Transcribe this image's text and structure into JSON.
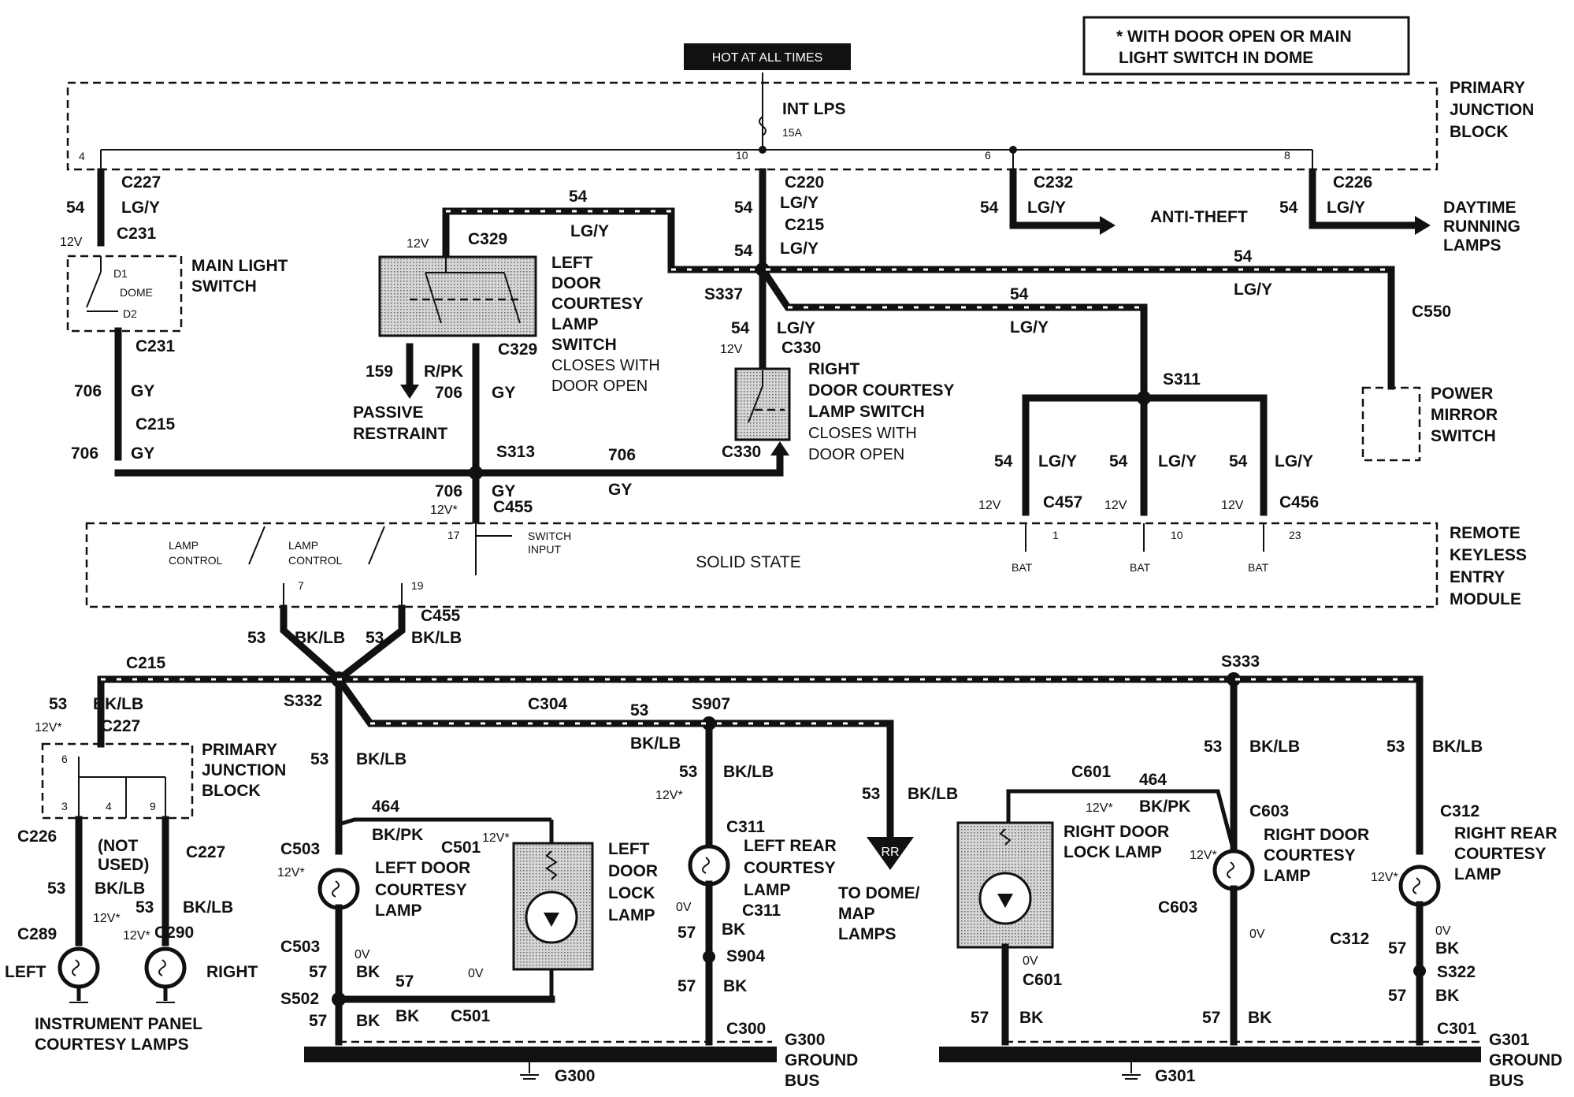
{
  "header": {
    "hot_label": "HOT AT ALL TIMES",
    "note_line1": "* WITH DOOR OPEN OR MAIN",
    "note_line2": "LIGHT SWITCH IN DOME"
  },
  "blocks": {
    "primary_junction_top": [
      "PRIMARY",
      "JUNCTION",
      "BLOCK"
    ],
    "remote_keyless": [
      "REMOTE",
      "KEYLESS",
      "ENTRY",
      "MODULE"
    ],
    "solid_state": "SOLID STATE",
    "primary_junction_low": [
      "PRIMARY",
      "JUNCTION",
      "BLOCK"
    ],
    "fuse_name": "INT LPS",
    "fuse_rating": "15A"
  },
  "pins": {
    "p4": "4",
    "p10": "10",
    "p6": "6",
    "p8": "8",
    "p17": "17",
    "p7": "7",
    "p19": "19",
    "p1": "1",
    "p10b": "10",
    "p23": "23",
    "p6b": "6",
    "p3": "3",
    "p4b": "4",
    "p9": "9"
  },
  "connectors": {
    "C227": "C227",
    "C231": "C231",
    "C220": "C220",
    "C215": "C215",
    "C232": "C232",
    "C226": "C226",
    "C329": "C329",
    "C330": "C330",
    "C550": "C550",
    "C455": "C455",
    "C457": "C457",
    "C456": "C456",
    "C304": "C304",
    "C503": "C503",
    "C501": "C501",
    "C311": "C311",
    "C601": "C601",
    "C603": "C603",
    "C312": "C312",
    "C289": "C289",
    "C290": "C290",
    "C300": "C300",
    "C301": "C301"
  },
  "splices": {
    "S337": "S337",
    "S311": "S311",
    "S313": "S313",
    "S332": "S332",
    "S907": "S907",
    "S333": "S333",
    "S502": "S502",
    "S904": "S904",
    "S322": "S322"
  },
  "wires": {
    "c54": "54",
    "lgy": "LG/Y",
    "c706": "706",
    "gy": "GY",
    "c159": "159",
    "rpk": "R/PK",
    "c53": "53",
    "bklb": "BK/LB",
    "c464": "464",
    "bkpk": "BK/PK",
    "c57": "57",
    "bk": "BK"
  },
  "voltages": {
    "v12": "12V",
    "v12s": "12V*",
    "v0": "0V",
    "bat": "BAT"
  },
  "components": {
    "main_light_switch": [
      "MAIN LIGHT",
      "SWITCH"
    ],
    "dome_positions": [
      "D1",
      "DOME",
      "D2"
    ],
    "left_door_switch": [
      "LEFT",
      "DOOR",
      "COURTESY",
      "LAMP",
      "SWITCH"
    ],
    "closes_with": "CLOSES WITH",
    "door_open": "DOOR OPEN",
    "right_door_switch": [
      "RIGHT",
      "DOOR COURTESY",
      "LAMP SWITCH"
    ],
    "passive_restraint": [
      "PASSIVE",
      "RESTRAINT"
    ],
    "anti_theft": "ANTI-THEFT",
    "daytime_running": [
      "DAYTIME",
      "RUNNING",
      "LAMPS"
    ],
    "power_mirror": [
      "POWER",
      "MIRROR",
      "SWITCH"
    ],
    "lamp_control": [
      "LAMP",
      "CONTROL"
    ],
    "switch_input": [
      "SWITCH",
      "INPUT"
    ],
    "not_used": [
      "(NOT",
      "USED)"
    ],
    "left_door_courtesy": [
      "LEFT DOOR",
      "COURTESY",
      "LAMP"
    ],
    "left_door_lock": [
      "LEFT",
      "DOOR",
      "LOCK",
      "LAMP"
    ],
    "left_rear_courtesy": [
      "LEFT REAR",
      "COURTESY",
      "LAMP"
    ],
    "rr": "RR",
    "to_dome": [
      "TO DOME/",
      "MAP",
      "LAMPS"
    ],
    "right_door_lock": [
      "RIGHT DOOR",
      "LOCK LAMP"
    ],
    "right_door_courtesy": [
      "RIGHT DOOR",
      "COURTESY",
      "LAMP"
    ],
    "right_rear_courtesy": [
      "RIGHT REAR",
      "COURTESY",
      "LAMP"
    ],
    "left": "LEFT",
    "right": "RIGHT",
    "instrument_panel": [
      "INSTRUMENT PANEL",
      "COURTESY LAMPS"
    ],
    "g300": "G300",
    "g301": "G301",
    "ground_bus": [
      "GROUND",
      "BUS"
    ]
  }
}
